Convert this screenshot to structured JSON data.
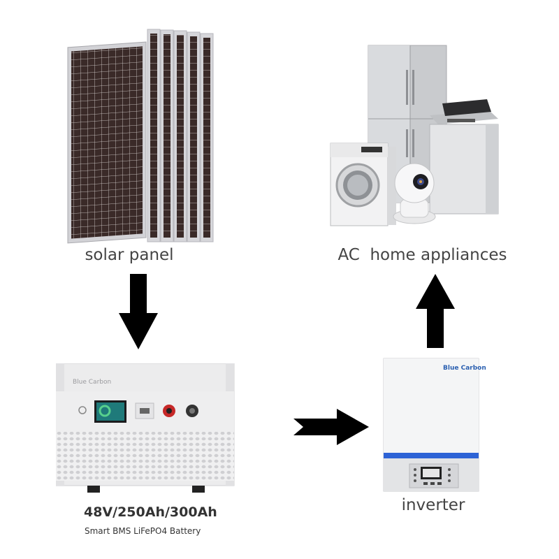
{
  "solar": {
    "label": "solar panel"
  },
  "appliances": {
    "label": "AC  home appliances"
  },
  "battery": {
    "spec": "48V/250Ah/300Ah",
    "subtitle": "Smart BMS LiFePO4 Battery",
    "brand": "Blue Carbon",
    "face_color": "#ececed",
    "display_color": "#1f7a7a"
  },
  "inverter": {
    "label": "inverter",
    "brand": "Blue Carbon",
    "brand_color": "#2a5fb0",
    "stripe_color": "#2d63d6"
  },
  "arrows": {
    "color": "#000000"
  }
}
